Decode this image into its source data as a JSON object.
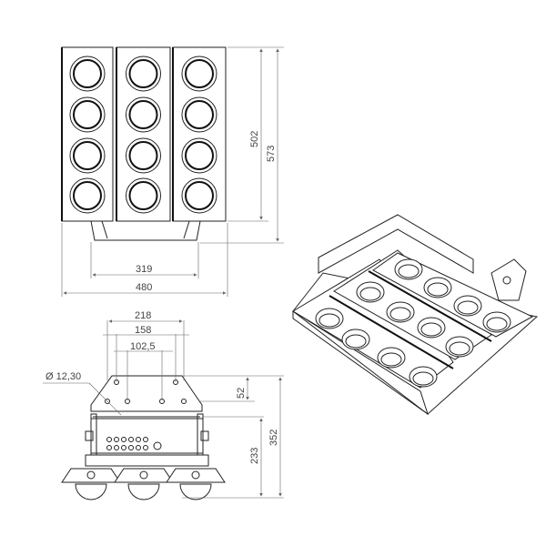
{
  "title": "Luminaire technical drawing",
  "top_view": {
    "dimensions": {
      "height_panel": "502",
      "height_total": "573",
      "bracket_width": "319",
      "width_total": "480"
    },
    "lamp_columns": 3,
    "lamp_rows": 4
  },
  "front_view": {
    "dimensions": {
      "outer_holes": "218",
      "middle_holes": "158",
      "inner_holes": "102,5",
      "hole_diameter": "Ø 12,30",
      "hole_vertical_spacing": "52",
      "body_height": "233",
      "total_height": "352"
    },
    "lamp_count": 3
  },
  "isometric_view": {
    "lamp_rows": 3,
    "lamps_per_row": 4
  }
}
